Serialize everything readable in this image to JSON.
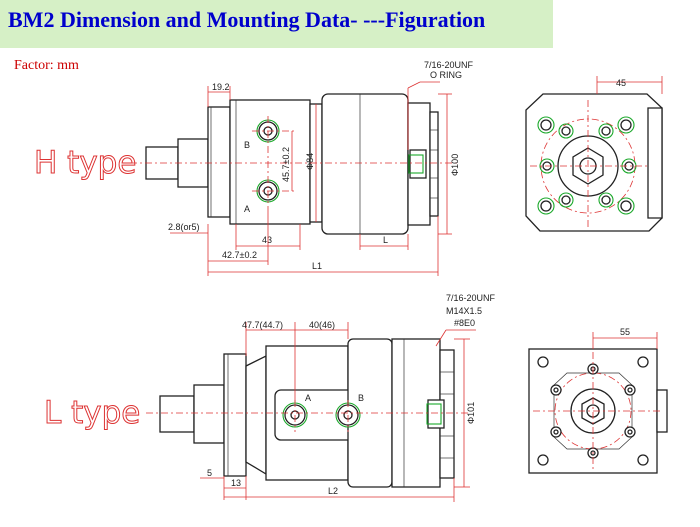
{
  "title": "BM2 Dimension and Mounting Data- ---Figuration",
  "factor": "Factor: mm",
  "h_type": {
    "label": "H type",
    "dims": {
      "d19_2": "19.2",
      "thread": "7/16-20UNF",
      "oring": "O RING",
      "port_b": "B",
      "port_a": "A",
      "d45_7": "45.7±0.2",
      "d84": "Φ84",
      "d100": "Φ100",
      "d2_8": "2.8(or5)",
      "d43": "43",
      "d42_7": "42.7±0.2",
      "dL": "L",
      "dL1": "L1",
      "d45": "45"
    }
  },
  "l_type": {
    "label": "L type",
    "dims": {
      "d47_7": "47.7(44.7)",
      "d40": "40(46)",
      "thread": "7/16-20UNF",
      "m14": "M14X1.5",
      "anchor": "#8E0",
      "port_a": "A",
      "port_b": "B",
      "d101": "Φ101",
      "d5": "5",
      "d13": "13",
      "dL2": "L2",
      "d55": "55"
    }
  }
}
